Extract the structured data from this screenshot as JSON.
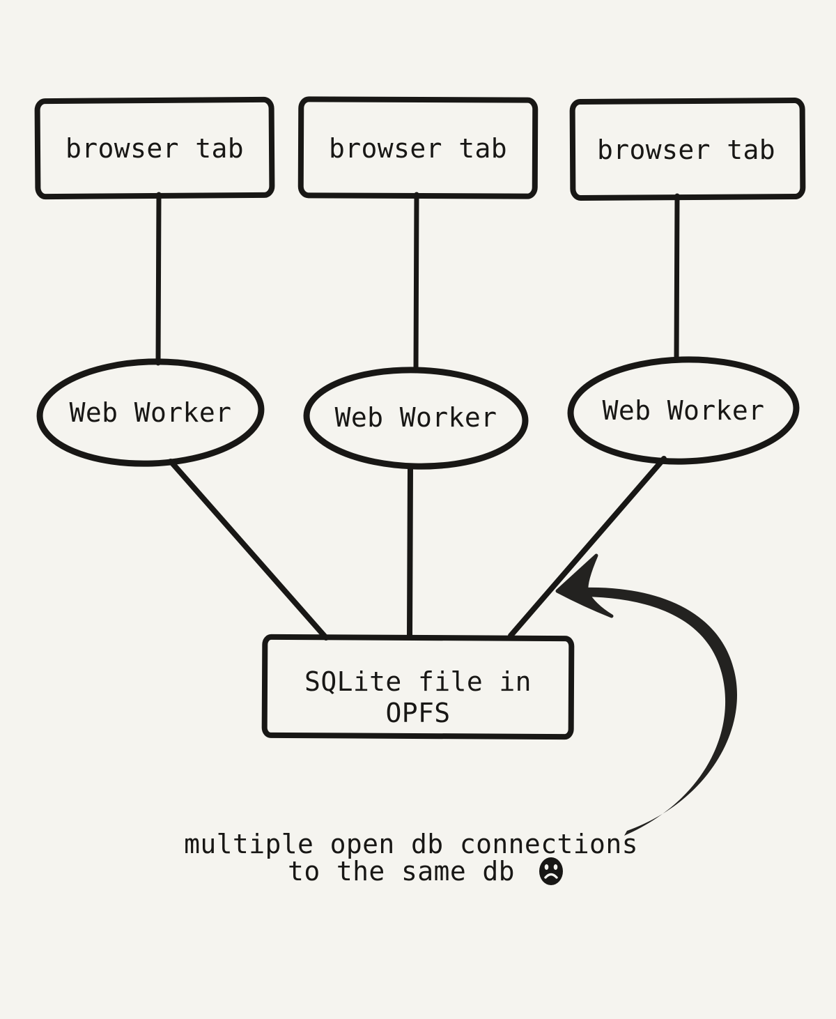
{
  "colors": {
    "background": "#f5f4ef",
    "ink": "#181715"
  },
  "nodes": {
    "browser_tabs": [
      {
        "label": "browser tab"
      },
      {
        "label": "browser tab"
      },
      {
        "label": "browser tab"
      }
    ],
    "web_workers": [
      {
        "label": "Web Worker"
      },
      {
        "label": "Web Worker"
      },
      {
        "label": "Web Worker"
      }
    ],
    "storage": {
      "line1": "SQLite file in",
      "line2": "OPFS"
    }
  },
  "annotation": {
    "line1": "multiple open db connections",
    "line2": "to the same db",
    "icon": "sad-face-icon"
  }
}
